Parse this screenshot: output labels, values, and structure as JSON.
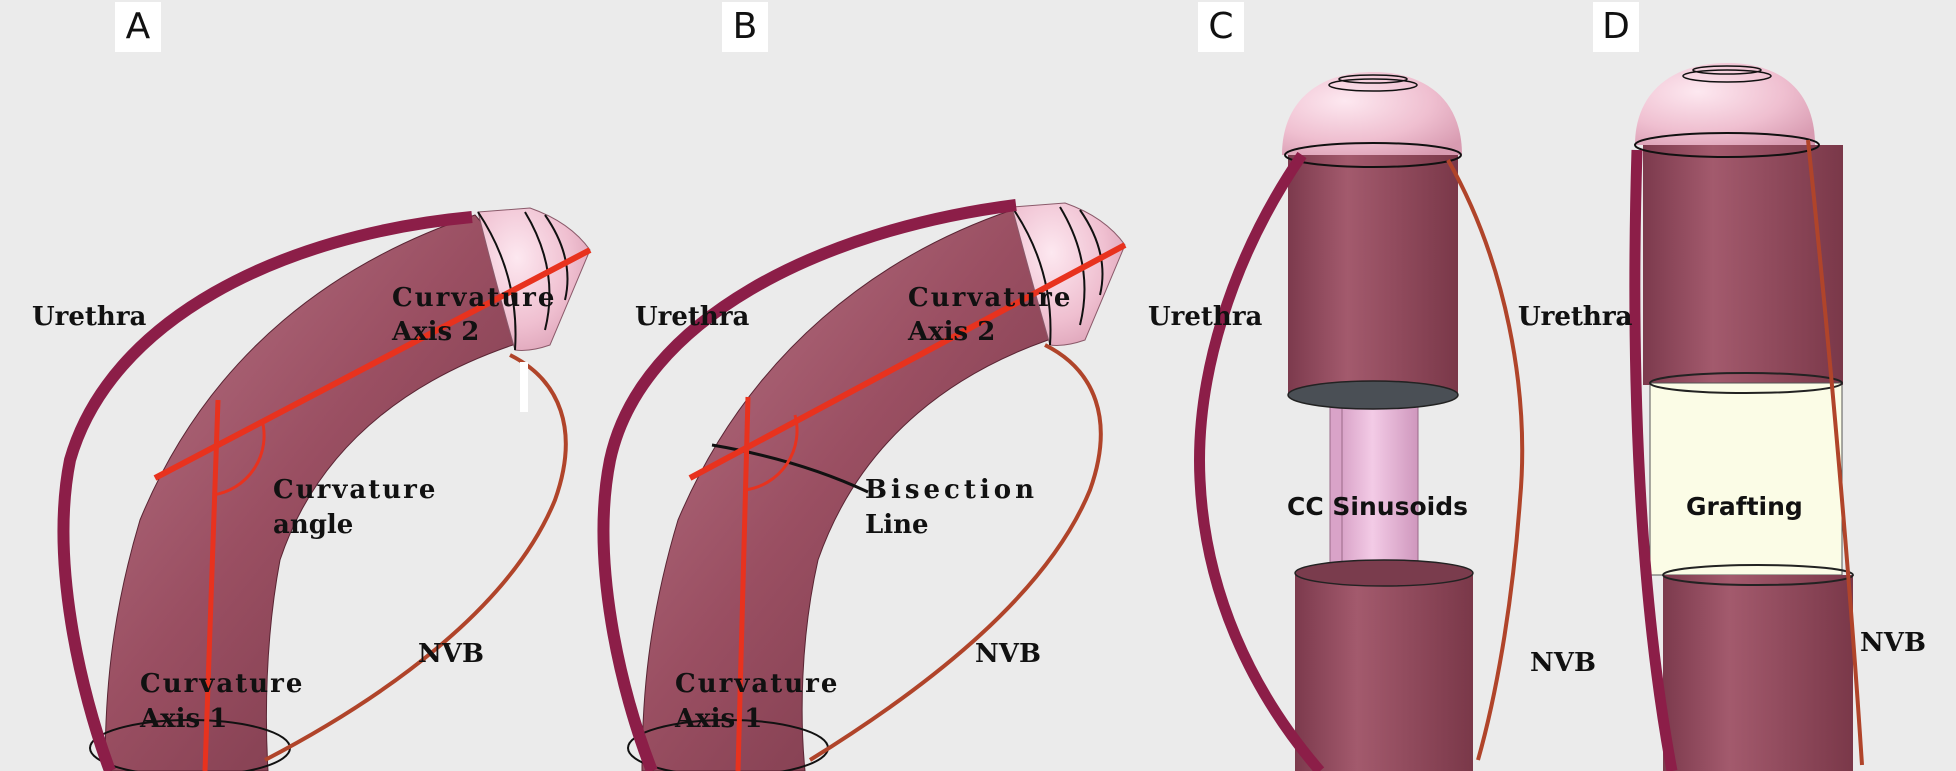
{
  "panels": {
    "a": {
      "letter": "A",
      "urethra": "Urethra",
      "axis2_line1": "Curvature",
      "axis2_line2": "Axis 2",
      "angle_line1": "Curvature",
      "angle_line2": "angle",
      "axis1_line1": "Curvature",
      "axis1_line2": "Axis 1",
      "nvb": "NVB"
    },
    "b": {
      "letter": "B",
      "urethra": "Urethra",
      "axis2_line1": "Curvature",
      "axis2_line2": "Axis 2",
      "bisection_line1": "Bisection",
      "bisection_line2": "Line",
      "axis1_line1": "Curvature",
      "axis1_line2": "Axis 1",
      "nvb": "NVB"
    },
    "c": {
      "letter": "C",
      "urethra_left": "Urethra",
      "urethra_right": "Urethra",
      "sinusoids": "CC Sinusoids",
      "nvb": "NVB"
    },
    "d": {
      "letter": "D",
      "urethra": "Urethra",
      "grafting": "Grafting",
      "nvb": "NVB"
    }
  },
  "colors": {
    "background": "#ebebeb",
    "shaft": "#9a4f62",
    "glans": "#efbfd0",
    "urethra": "#8c1e48",
    "nvb": "#b0442a",
    "axis": "#e8321e",
    "graft": "#fbfce6",
    "sinusoid": "#eab8dc"
  }
}
